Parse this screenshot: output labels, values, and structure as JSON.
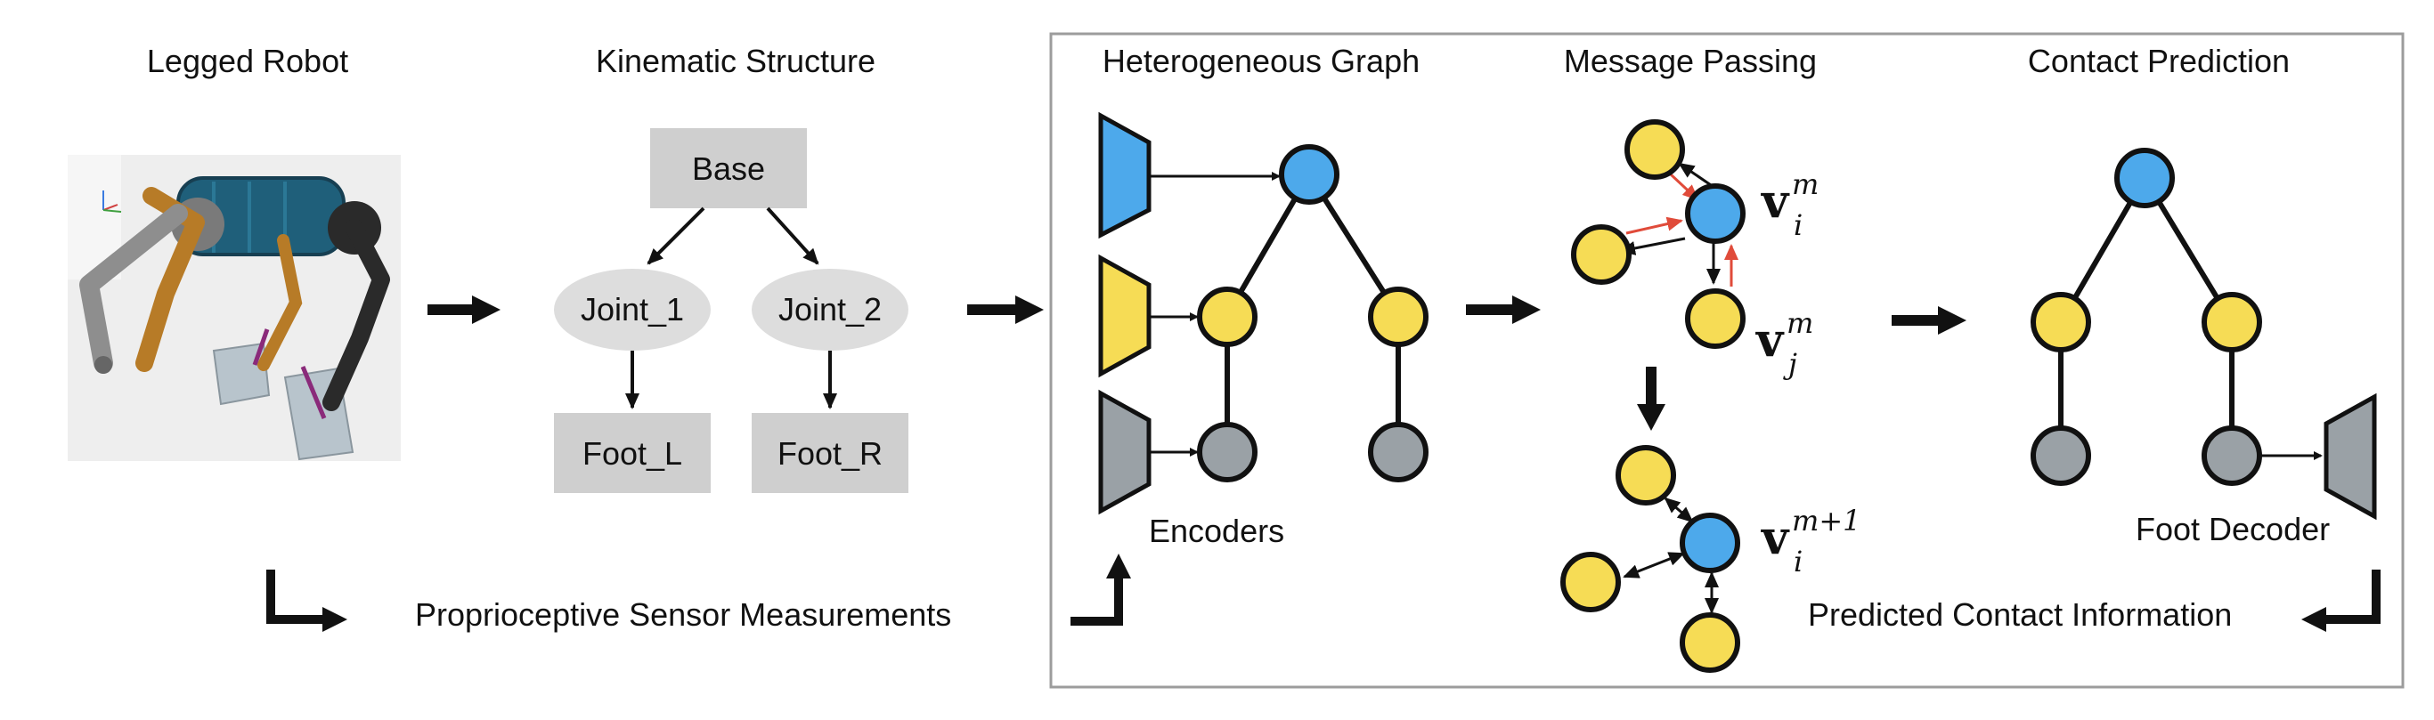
{
  "titles": {
    "legged_robot": "Legged Robot",
    "kinematic_structure": "Kinematic Structure",
    "heterogeneous_graph": "Heterogeneous Graph",
    "message_passing": "Message Passing",
    "contact_prediction": "Contact Prediction"
  },
  "kinematic": {
    "base": "Base",
    "joint_1": "Joint_1",
    "joint_2": "Joint_2",
    "foot_l": "Foot_L",
    "foot_r": "Foot_R"
  },
  "labels": {
    "encoders": "Encoders",
    "foot_decoder": "Foot Decoder",
    "sensor_measurements": "Proprioceptive Sensor Measurements",
    "predicted_contact": "Predicted Contact Information"
  },
  "math": {
    "v": "v",
    "i": "i",
    "j": "j",
    "m": "m",
    "m_plus_1": "m+1"
  },
  "colors": {
    "base_node": "#4da9eb",
    "joint_node": "#f6dc55",
    "foot_node": "#9aa1a6",
    "box_fill": "#cfcfcf",
    "ellipse_fill": "#dddddd",
    "message_arrow": "#e04b3a",
    "panel_border": "#9c9c9c"
  }
}
